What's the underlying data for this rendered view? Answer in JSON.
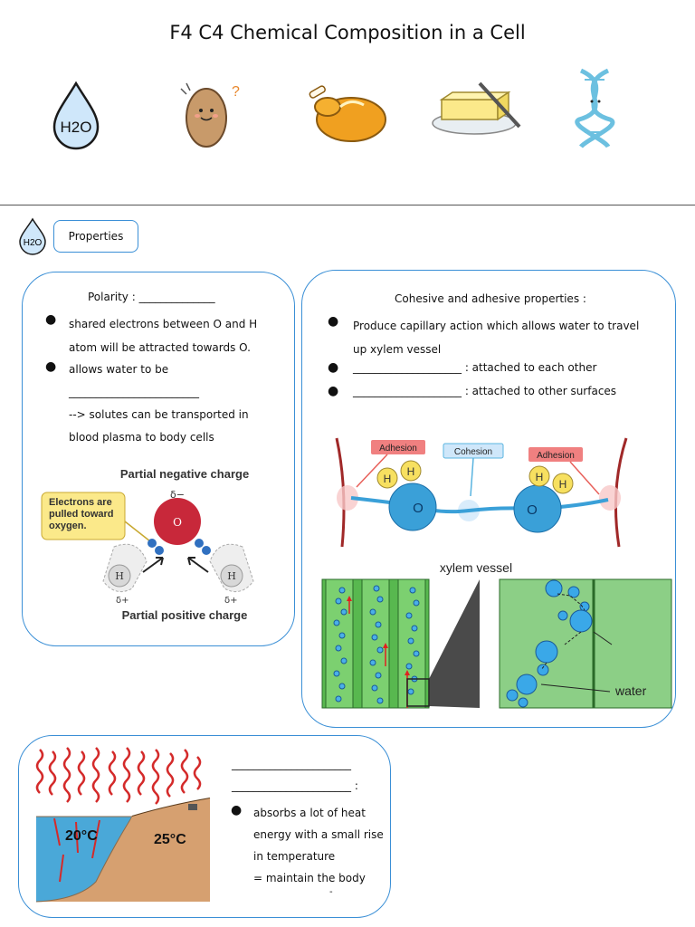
{
  "title": "F4 C4 Chemical Composition in a Cell",
  "header_icons": [
    {
      "name": "water-drop-icon",
      "text": "H2O"
    },
    {
      "name": "potato-icon",
      "text": "?"
    },
    {
      "name": "roast-chicken-icon"
    },
    {
      "name": "butter-icon"
    },
    {
      "name": "dna-icon"
    }
  ],
  "section": {
    "icon_text": "H2O",
    "tab_label": "Properties"
  },
  "polarity": {
    "heading": "Polarity : ______________",
    "bullets": [
      [
        "shared electrons between O and H",
        "atom will be attracted towards O."
      ],
      [
        "allows water to be",
        "________________________",
        "--> solutes can be transported in",
        "blood plasma to body cells"
      ]
    ],
    "diagram": {
      "top_label": "Partial negative charge",
      "callout": [
        "Electrons are",
        "pulled toward",
        "oxygen."
      ],
      "delta_minus": "δ−",
      "delta_plus": "δ+",
      "oxygen": "O",
      "hydrogen": "H",
      "bottom_label": "Partial positive charge"
    }
  },
  "cohesion": {
    "heading": "Cohesive and adhesive properties :",
    "bullets": [
      [
        "Produce capillary action which allows water to travel",
        "up xylem vessel"
      ],
      [
        "____________________ : attached to each other"
      ],
      [
        "____________________ : attached to other surfaces"
      ]
    ],
    "diagram": {
      "adhesion_left": "Adhesion",
      "cohesion": "Cohesion",
      "adhesion_right": "Adhesion",
      "h": "H",
      "o": "O",
      "xylem_label": "xylem vessel",
      "water_label": "water"
    }
  },
  "heat": {
    "line1": "______________________",
    "line2": "______________________ :",
    "bullet": [
      "absorbs a lot of heat",
      "energy with a small rise",
      "in temperature"
    ],
    "extra": "= maintain the body",
    "dash": "-",
    "temp_left": "20°C",
    "temp_right": "25°C"
  },
  "colors": {
    "accent_blue": "#3a8fd6",
    "adhesion_red": "#e8605a",
    "cohesion_blue": "#5ab4e0",
    "heat_red": "#d42a2a",
    "xylem_green": "#58b84f"
  }
}
